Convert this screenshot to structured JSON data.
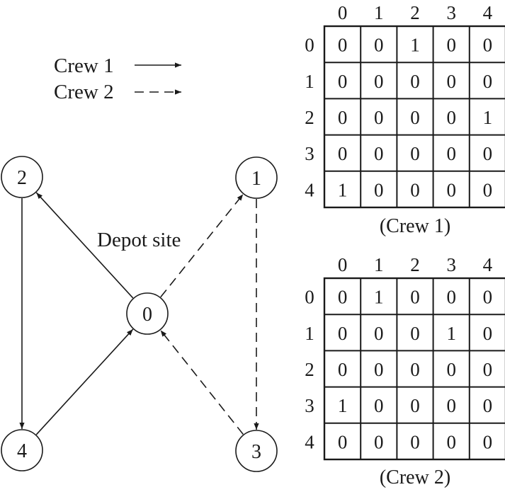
{
  "legend": [
    {
      "label": "Crew 1",
      "style": "solid"
    },
    {
      "label": "Crew 2",
      "style": "dashed"
    }
  ],
  "depot_label": "Depot site",
  "nodes": [
    {
      "id": "0"
    },
    {
      "id": "1"
    },
    {
      "id": "2"
    },
    {
      "id": "3"
    },
    {
      "id": "4"
    }
  ],
  "edges": [
    {
      "from": "0",
      "to": "2",
      "crew": "Crew 1"
    },
    {
      "from": "2",
      "to": "4",
      "crew": "Crew 1"
    },
    {
      "from": "4",
      "to": "0",
      "crew": "Crew 1"
    },
    {
      "from": "0",
      "to": "1",
      "crew": "Crew 2"
    },
    {
      "from": "1",
      "to": "3",
      "crew": "Crew 2"
    },
    {
      "from": "3",
      "to": "0",
      "crew": "Crew 2"
    }
  ],
  "matrices": [
    {
      "caption": "(Crew 1)",
      "col_headers": [
        "0",
        "1",
        "2",
        "3",
        "4"
      ],
      "row_headers": [
        "0",
        "1",
        "2",
        "3",
        "4"
      ],
      "cells": [
        [
          "0",
          "0",
          "1",
          "0",
          "0"
        ],
        [
          "0",
          "0",
          "0",
          "0",
          "0"
        ],
        [
          "0",
          "0",
          "0",
          "0",
          "1"
        ],
        [
          "0",
          "0",
          "0",
          "0",
          "0"
        ],
        [
          "1",
          "0",
          "0",
          "0",
          "0"
        ]
      ]
    },
    {
      "caption": "(Crew 2)",
      "col_headers": [
        "0",
        "1",
        "2",
        "3",
        "4"
      ],
      "row_headers": [
        "0",
        "1",
        "2",
        "3",
        "4"
      ],
      "cells": [
        [
          "0",
          "1",
          "0",
          "0",
          "0"
        ],
        [
          "0",
          "0",
          "0",
          "1",
          "0"
        ],
        [
          "0",
          "0",
          "0",
          "0",
          "0"
        ],
        [
          "1",
          "0",
          "0",
          "0",
          "0"
        ],
        [
          "0",
          "0",
          "0",
          "0",
          "0"
        ]
      ]
    }
  ]
}
